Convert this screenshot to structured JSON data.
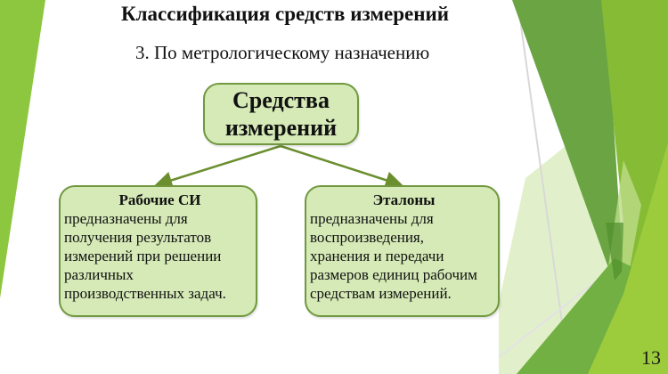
{
  "slide": {
    "title": "Классификация средств измерений",
    "subtitle": "3. По метрологическому назначению",
    "page_number": "13"
  },
  "diagram": {
    "root": {
      "line1": "Средства",
      "line2": "измерений"
    },
    "children": [
      {
        "heading": "Рабочие СИ",
        "lines": [
          "предназначены для",
          "получения результатов",
          "измерений при решении",
          "различных",
          "производственных задач."
        ]
      },
      {
        "heading": "Эталоны",
        "lines": [
          "предназначены для",
          "воспроизведения,",
          "хранения и передачи",
          "размеров единиц рабочим",
          "средствам измерений."
        ]
      }
    ]
  },
  "colors": {
    "box_fill": "#d5eab6",
    "box_border": "#71983f",
    "arrow": "#6b8e2f",
    "dark_green": "#6aa443",
    "lime_green": "#8dc63f",
    "bright_green": "#9ccc3c",
    "pale_green": "#d9ecb9"
  }
}
